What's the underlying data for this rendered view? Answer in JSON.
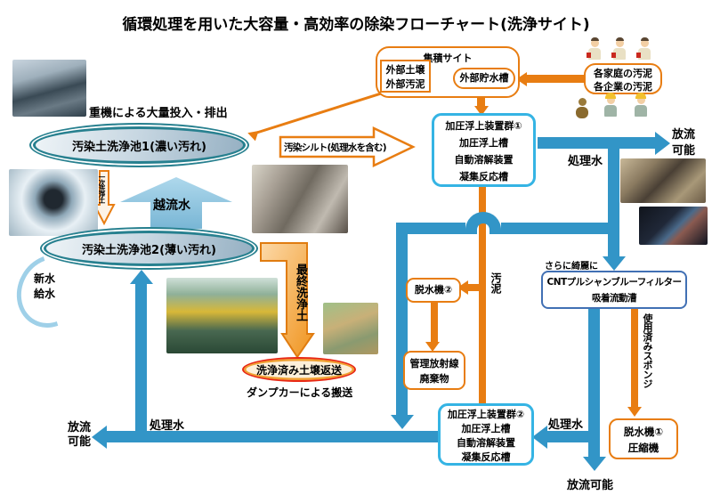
{
  "title": "循環処理を用いた大容量・高効率の除染フローチャート(洗浄サイト)",
  "colors": {
    "flow_blue": "#3295c7",
    "flow_orange": "#e87d12",
    "unit_box_border": "#35b4e4",
    "cnt_box_border": "#4170b4",
    "pond_border": "#27808f",
    "return_ellipse_border": "#e82814"
  },
  "collection_site": {
    "title": "集積サイト",
    "external_lines": [
      "外部土壌",
      "外部汚泥"
    ],
    "tank_label": "外部貯水槽"
  },
  "sources": {
    "lines": [
      "各家庭の汚泥",
      "各企業の汚泥"
    ]
  },
  "captions": {
    "heavy_machinery": "重機による大量投入・排出",
    "dump_transport": "ダンプカーによる搬送"
  },
  "pond1": {
    "label": "汚染土洗浄池1(濃い汚れ)"
  },
  "pond2": {
    "label": "汚染土洗浄池2(薄い汚れ)"
  },
  "arrows": {
    "contaminated_silt": "汚染シルト(処理水を含む)",
    "overflow_water": "越流水",
    "primary_wash_soil": "一次洗浄土",
    "final_wash_soil": "最終洗浄土"
  },
  "fresh_water": {
    "lines": [
      "新水",
      "給水"
    ]
  },
  "flotation1": {
    "lines": [
      "加圧浮上装置群①",
      "加圧浮上槽",
      "自動溶解装置",
      "凝集反応槽"
    ]
  },
  "flotation2": {
    "lines": [
      "加圧浮上装置群②",
      "加圧浮上槽",
      "自動溶解装置",
      "凝集反応槽"
    ]
  },
  "cnt": {
    "note": "さらに綺麗に",
    "lines": [
      "CNTプルシャンブルーフィルター",
      "吸着流動漕"
    ]
  },
  "dewater2": {
    "label": "脱水機②"
  },
  "dewater1": {
    "lines": [
      "脱水機①",
      "圧縮機"
    ]
  },
  "waste_box": {
    "lines": [
      "管理放射線",
      "廃棄物"
    ]
  },
  "labels": {
    "treated_water": "処理水",
    "sludge": "汚泥",
    "used_sponge": "使用済みスポンジ",
    "discharge_line1": "放流",
    "discharge_line2": "可能",
    "discharge_single": "放流可能"
  },
  "return_ellipse": {
    "label": "洗浄済み土壌返送"
  }
}
